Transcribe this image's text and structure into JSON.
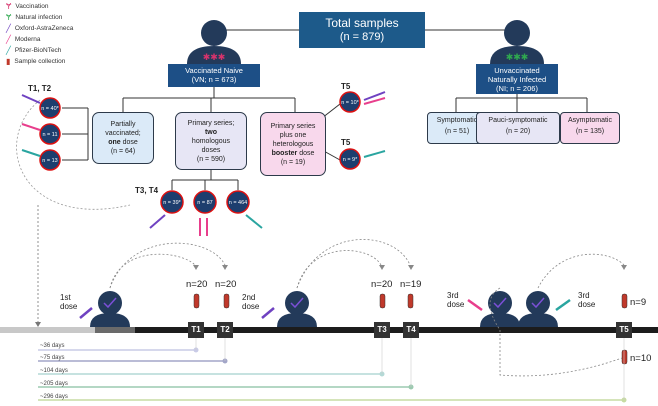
{
  "legend": {
    "items": [
      {
        "label": "Vaccination",
        "icon": "vaccination-icon",
        "color": "#d6336c"
      },
      {
        "label": "Natural infection",
        "icon": "virus-icon",
        "color": "#2fa84f"
      },
      {
        "label": "Oxford-AstraZeneca",
        "icon": "syringe-icon",
        "color": "#6f42c1"
      },
      {
        "label": "Moderna",
        "icon": "syringe-icon",
        "color": "#e83e8c"
      },
      {
        "label": "Pfizer-BioNTech",
        "icon": "syringe-icon",
        "color": "#2aa5a0"
      },
      {
        "label": "Sample collection",
        "icon": "blood-tube-icon",
        "color": "#c0392b"
      }
    ]
  },
  "total": {
    "title": "Total samples",
    "count": "(n = 879)"
  },
  "vaccinated": {
    "line1": "Vaccinated Naive",
    "line2": "(VN; n = 673)"
  },
  "unvaccinated": {
    "line1": "Unvaccinated",
    "line2": "Naturally Infected",
    "line3": "(NI; n = 206)"
  },
  "vn_groups": {
    "partial": {
      "line1": "Partially",
      "line2": "vaccinated;",
      "bold": "one",
      "line3": " dose",
      "line4": "(n = 64)"
    },
    "primary": {
      "line1": "Primary series;",
      "bold": "two",
      "line2": "homologous",
      "line3": "doses",
      "line4": "(n = 590)"
    },
    "booster": {
      "line1": "Primary series",
      "line2": "plus one",
      "line3": "heterologous",
      "bold": "booster",
      "line4": " dose",
      "line5": "(n = 19)"
    }
  },
  "ni_groups": [
    {
      "label": "Symptomatic",
      "count": "(n = 51)"
    },
    {
      "label": "Pauci-symptomatic",
      "count": "(n = 20)"
    },
    {
      "label": "Asymptomatic",
      "count": "(n = 135)"
    }
  ],
  "time_labels": {
    "t12": "T1, T2",
    "t34": "T3, T4",
    "t5a": "T5",
    "t5b": "T5"
  },
  "circles": {
    "left": [
      "n = 40*",
      "n = 11",
      "n = 13"
    ],
    "bottom": [
      "n = 39*",
      "n = 87",
      "n = 464"
    ],
    "right": [
      "n = 10*",
      "n = 9*"
    ]
  },
  "timeline": {
    "dose_labels": [
      "1st dose",
      "2nd dose",
      "3rd dose",
      "3rd dose"
    ],
    "t_markers": [
      "T1",
      "T2",
      "T3",
      "T4",
      "T5"
    ],
    "counts": [
      "n=20",
      "n=20",
      "n=20",
      "n=19",
      "n=9",
      "n=10"
    ],
    "days": [
      "~36 days",
      "~75 days",
      "~104 days",
      "~205 days",
      "~296 days"
    ]
  }
}
